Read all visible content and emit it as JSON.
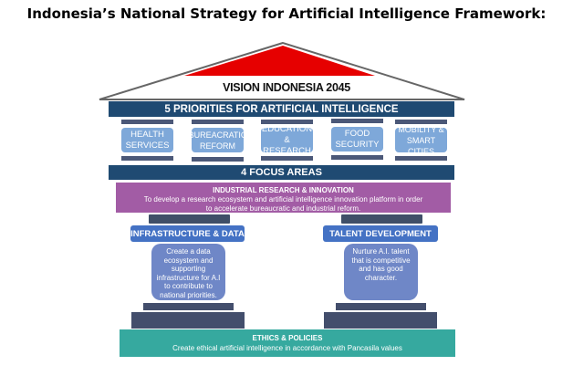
{
  "title": "Indonesia’s National Strategy for Artificial Intelligence Framework:",
  "roof": {
    "label": "VISION INDONESIA 2045",
    "accent_color": "#e60000"
  },
  "priorities": {
    "header": "5 PRIORITIES FOR ARTIFICIAL INTELLIGENCE",
    "items": [
      {
        "line1": "HEALTH",
        "line2": "SERVICES"
      },
      {
        "line1": "BUREACRATIC",
        "line2": "REFORM"
      },
      {
        "line1": "EDUCATION",
        "line2": "& RESEARCH"
      },
      {
        "line1": "FOOD",
        "line2": "SECURITY"
      },
      {
        "line1": "MOBILITY &",
        "line2": "SMART CITIES"
      }
    ]
  },
  "focus": {
    "header": "4 FOCUS AREAS",
    "industrial": {
      "title": "INDUSTRIAL RESEARCH & INNOVATION",
      "line1": "To develop a research ecosystem and artificial intelligence innovation platform in order",
      "line2": "to accelerate bureaucratic and industrial reform."
    },
    "infrastructure": {
      "title": "INFRASTRUCTURE & DATA",
      "desc": [
        "Create a data",
        "ecosystem and",
        "supporting",
        "infrastructure for A.I",
        "to contribute to",
        "national priorities."
      ]
    },
    "talent": {
      "title": "TALENT DEVELOPMENT",
      "desc": [
        "Nurture A.I. talent",
        "that is competitive",
        "and has good",
        "character."
      ]
    },
    "ethics": {
      "title": "ETHICS & POLICIES",
      "desc": "Create ethical artificial intelligence in accordance with Pancasila values"
    }
  }
}
